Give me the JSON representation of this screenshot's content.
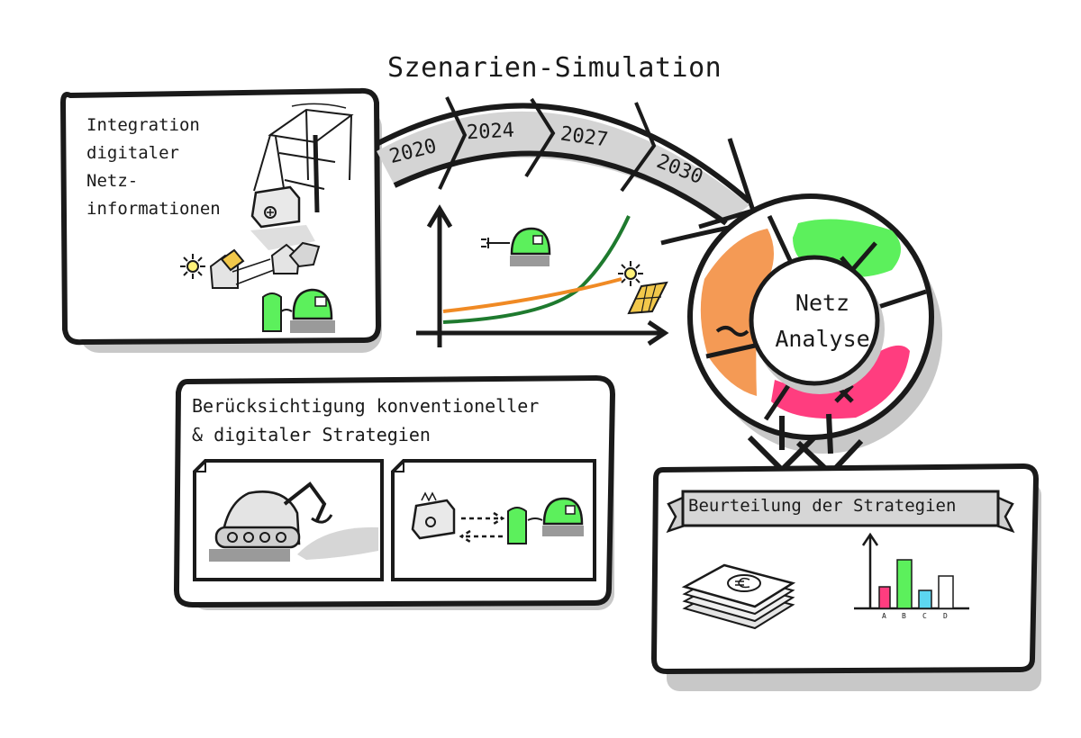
{
  "title": "Szenarien-Simulation",
  "timeline": {
    "years": [
      "2020",
      "2024",
      "2027",
      "2030"
    ]
  },
  "panels": {
    "data_integration": {
      "title_lines": [
        "Integration",
        "digitaler",
        "Netz-",
        "informationen"
      ]
    },
    "strategies": {
      "title_lines": [
        "Berücksichtigung  konventioneller",
        "& digitaler Strategien"
      ]
    },
    "assessment": {
      "title": "Beurteilung der Strategien",
      "bar_labels": [
        "A",
        "B",
        "C",
        "D"
      ]
    }
  },
  "analysis_wheel": {
    "center_lines": [
      "Netz",
      "Analyse"
    ]
  },
  "colors": {
    "green": "#5cf05c",
    "orange": "#f49a55",
    "pink": "#ff3d7f",
    "curve_green": "#1e7a2e",
    "curve_orange": "#f08a24",
    "shadow": "#c8c8c8",
    "ink": "#1a1a1a"
  }
}
